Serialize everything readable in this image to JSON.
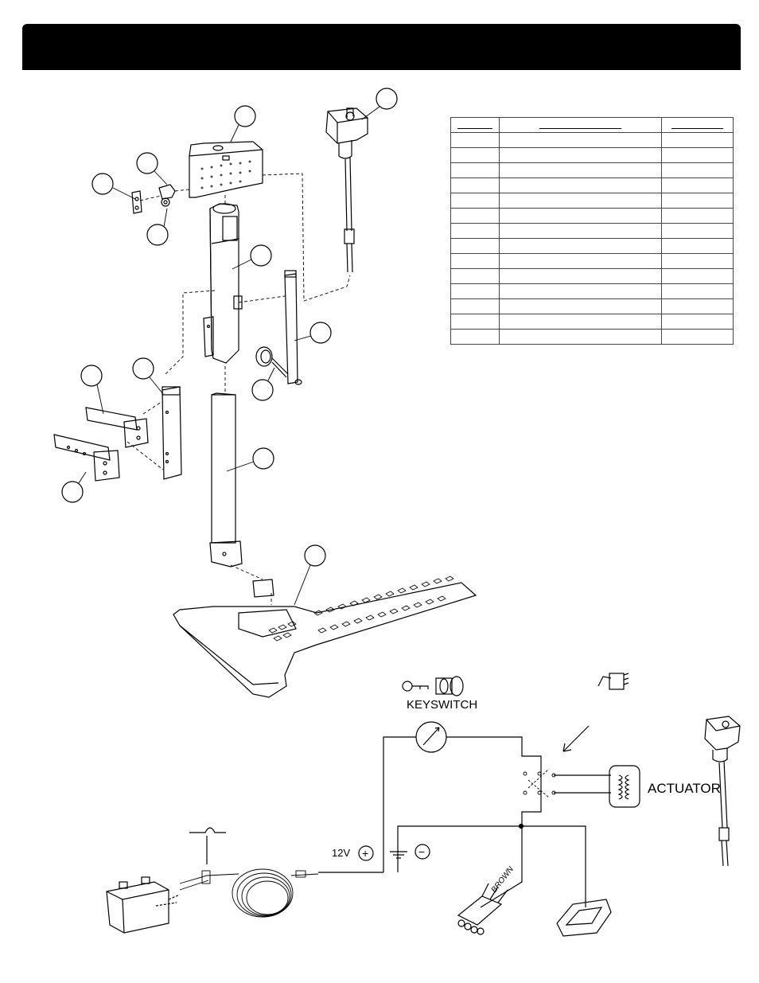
{
  "header": {
    "title": ""
  },
  "parts_table": {
    "columns": [
      "",
      "",
      ""
    ],
    "row_count": 14
  },
  "labels": {
    "keyswitch": "KEYSWITCH",
    "actuator": "ACTUATOR",
    "voltage": "12V",
    "plus": "+",
    "minus": "−",
    "wire_color": "BROWN"
  }
}
